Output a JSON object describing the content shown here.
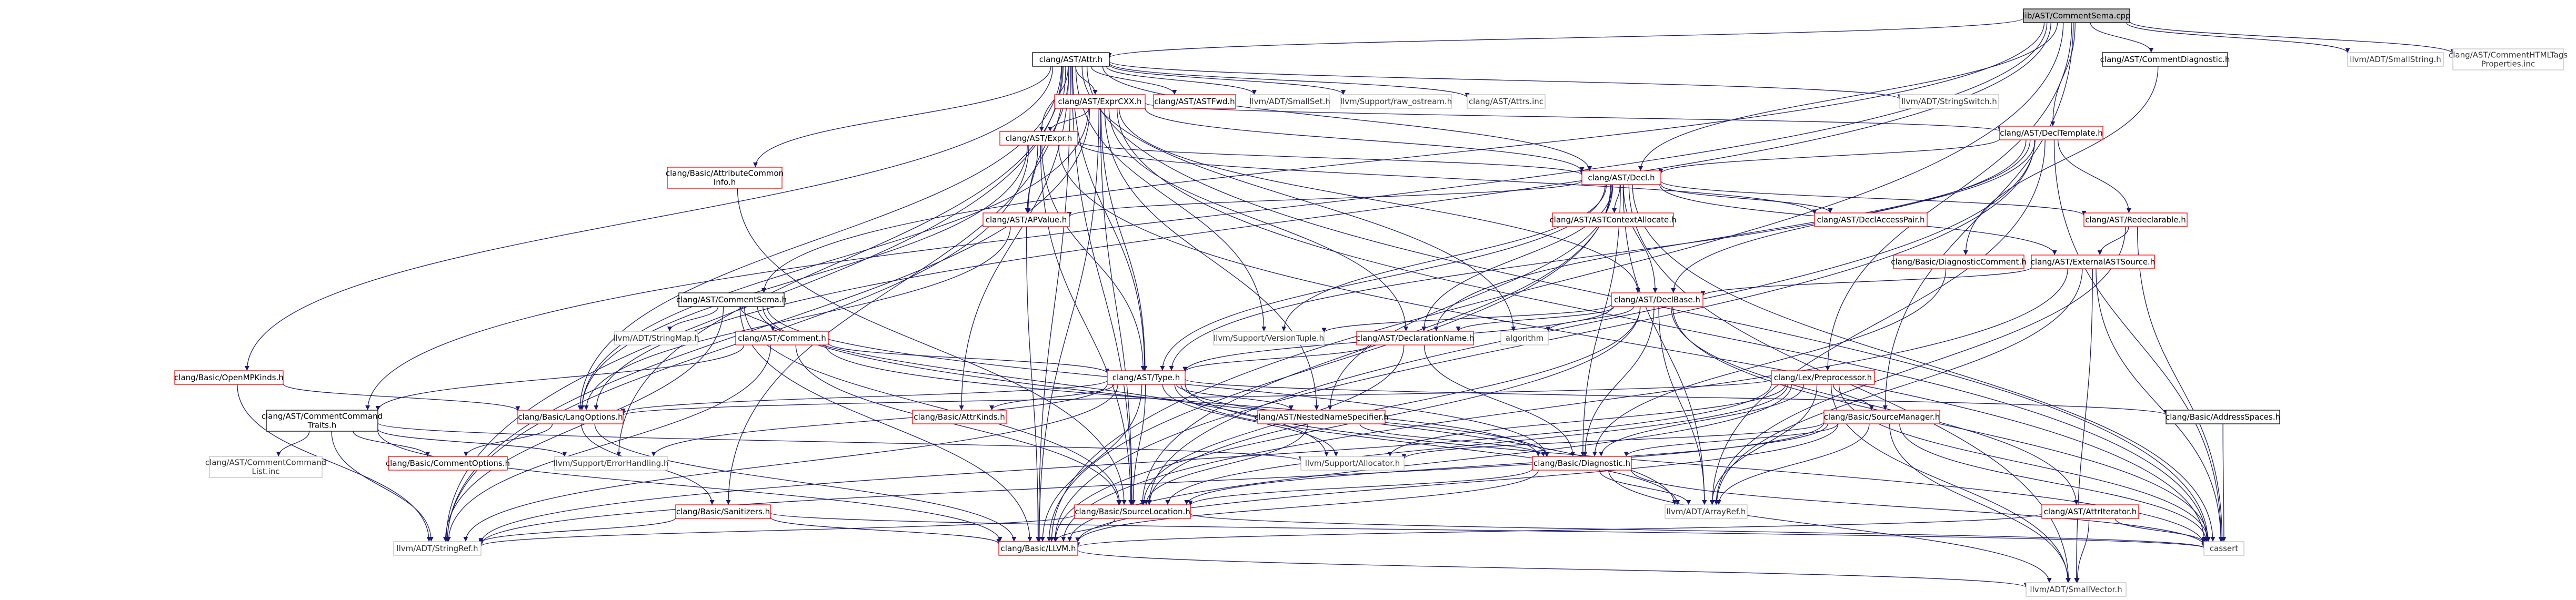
{
  "graph": {
    "colors": {
      "edge": "#191970",
      "node_border_black": "#000000",
      "node_border_red": "#ff0000",
      "node_border_gray": "#bfbfbf",
      "node_fill_default": "#ffffff",
      "node_fill_root": "#bfbfbf",
      "label_black": "#000000",
      "label_gray": "#333333"
    },
    "nodes": [
      {
        "id": "root",
        "label": "lib/AST/CommentSema.cpp",
        "style": "root"
      },
      {
        "id": "attr",
        "label": "clang/AST/Attr.h",
        "style": "black"
      },
      {
        "id": "commentdiag",
        "label": "clang/AST/CommentDiagnostic.h",
        "style": "black"
      },
      {
        "id": "smallstring",
        "label": "llvm/ADT/SmallString.h",
        "style": "gray"
      },
      {
        "id": "htmltags",
        "label": "clang/AST/CommentHTMLTags\nProperties.inc",
        "style": "gray"
      },
      {
        "id": "exprcxx",
        "label": "clang/AST/ExprCXX.h",
        "style": "red"
      },
      {
        "id": "astfwd",
        "label": "clang/AST/ASTFwd.h",
        "style": "red"
      },
      {
        "id": "smallset",
        "label": "llvm/ADT/SmallSet.h",
        "style": "gray"
      },
      {
        "id": "rawostream",
        "label": "llvm/Support/raw_ostream.h",
        "style": "gray"
      },
      {
        "id": "attrsinc",
        "label": "clang/AST/Attrs.inc",
        "style": "gray"
      },
      {
        "id": "stringswitch",
        "label": "llvm/ADT/StringSwitch.h",
        "style": "gray"
      },
      {
        "id": "exprh",
        "label": "clang/AST/Expr.h",
        "style": "red"
      },
      {
        "id": "decltemplate",
        "label": "clang/AST/DeclTemplate.h",
        "style": "red"
      },
      {
        "id": "attrcommon",
        "label": "clang/Basic/AttributeCommon\nInfo.h",
        "style": "red"
      },
      {
        "id": "decl",
        "label": "clang/AST/Decl.h",
        "style": "red"
      },
      {
        "id": "apvalue",
        "label": "clang/AST/APValue.h",
        "style": "red"
      },
      {
        "id": "astcontextalloc",
        "label": "clang/AST/ASTContextAllocate.h",
        "style": "red"
      },
      {
        "id": "declaccesspair",
        "label": "clang/AST/DeclAccessPair.h",
        "style": "red"
      },
      {
        "id": "redeclarable",
        "label": "clang/AST/Redeclarable.h",
        "style": "red"
      },
      {
        "id": "diagcomment",
        "label": "clang/Basic/DiagnosticComment.h",
        "style": "red"
      },
      {
        "id": "extastsource",
        "label": "clang/AST/ExternalASTSource.h",
        "style": "red"
      },
      {
        "id": "commentsema",
        "label": "clang/AST/CommentSema.h",
        "style": "black"
      },
      {
        "id": "declbase",
        "label": "clang/AST/DeclBase.h",
        "style": "red"
      },
      {
        "id": "stringmap",
        "label": "llvm/ADT/StringMap.h",
        "style": "gray"
      },
      {
        "id": "commenth",
        "label": "clang/AST/Comment.h",
        "style": "red"
      },
      {
        "id": "versiontuple",
        "label": "llvm/Support/VersionTuple.h",
        "style": "gray"
      },
      {
        "id": "declname",
        "label": "clang/AST/DeclarationName.h",
        "style": "red"
      },
      {
        "id": "algorithm",
        "label": "algorithm",
        "style": "gray"
      },
      {
        "id": "openmpkinds",
        "label": "clang/Basic/OpenMPKinds.h",
        "style": "red"
      },
      {
        "id": "typeh",
        "label": "clang/AST/Type.h",
        "style": "red"
      },
      {
        "id": "preprocessor",
        "label": "clang/Lex/Preprocessor.h",
        "style": "red"
      },
      {
        "id": "cmdtraits",
        "label": "clang/AST/CommentCommand\nTraits.h",
        "style": "black"
      },
      {
        "id": "langoptions",
        "label": "clang/Basic/LangOptions.h",
        "style": "red"
      },
      {
        "id": "attrkinds",
        "label": "clang/Basic/AttrKinds.h",
        "style": "red"
      },
      {
        "id": "nnspec",
        "label": "clang/AST/NestedNameSpecifier.h",
        "style": "red"
      },
      {
        "id": "sourcemanager",
        "label": "clang/Basic/SourceManager.h",
        "style": "red"
      },
      {
        "id": "addrspaces",
        "label": "clang/Basic/AddressSpaces.h",
        "style": "black"
      },
      {
        "id": "cmdlistinc",
        "label": "clang/AST/CommentCommand\nList.inc",
        "style": "gray"
      },
      {
        "id": "commentoptions",
        "label": "clang/Basic/CommentOptions.h",
        "style": "red"
      },
      {
        "id": "errorhandling",
        "label": "llvm/Support/ErrorHandling.h",
        "style": "gray"
      },
      {
        "id": "allocator",
        "label": "llvm/Support/Allocator.h",
        "style": "gray"
      },
      {
        "id": "diagnostic",
        "label": "clang/Basic/Diagnostic.h",
        "style": "red"
      },
      {
        "id": "sanitizers",
        "label": "clang/Basic/Sanitizers.h",
        "style": "red"
      },
      {
        "id": "sourcelocation",
        "label": "clang/Basic/SourceLocation.h",
        "style": "red"
      },
      {
        "id": "arrayref",
        "label": "llvm/ADT/ArrayRef.h",
        "style": "gray"
      },
      {
        "id": "attriterator",
        "label": "clang/AST/AttrIterator.h",
        "style": "red"
      },
      {
        "id": "stringref",
        "label": "llvm/ADT/StringRef.h",
        "style": "gray"
      },
      {
        "id": "llvmh",
        "label": "clang/Basic/LLVM.h",
        "style": "red"
      },
      {
        "id": "cassert",
        "label": "cassert",
        "style": "gray"
      },
      {
        "id": "smallvector",
        "label": "llvm/ADT/SmallVector.h",
        "style": "gray"
      }
    ],
    "edges": [
      [
        "root",
        "attr"
      ],
      [
        "root",
        "commentdiag"
      ],
      [
        "root",
        "smallstring"
      ],
      [
        "root",
        "htmltags"
      ],
      [
        "root",
        "commentsema"
      ],
      [
        "root",
        "decl"
      ],
      [
        "root",
        "decltemplate"
      ],
      [
        "root",
        "preprocessor"
      ],
      [
        "root",
        "sourcemanager"
      ],
      [
        "root",
        "cmdtraits"
      ],
      [
        "root",
        "langoptions"
      ],
      [
        "root",
        "llvmh"
      ],
      [
        "attr",
        "exprcxx"
      ],
      [
        "attr",
        "astfwd"
      ],
      [
        "attr",
        "smallset"
      ],
      [
        "attr",
        "rawostream"
      ],
      [
        "attr",
        "attrsinc"
      ],
      [
        "attr",
        "stringswitch"
      ],
      [
        "attr",
        "exprh"
      ],
      [
        "attr",
        "decl"
      ],
      [
        "attr",
        "attrcommon"
      ],
      [
        "attr",
        "apvalue"
      ],
      [
        "attr",
        "typeh"
      ],
      [
        "attr",
        "openmpkinds"
      ],
      [
        "attr",
        "attrkinds"
      ],
      [
        "attr",
        "langoptions"
      ],
      [
        "attr",
        "sanitizers"
      ],
      [
        "attr",
        "sourcelocation"
      ],
      [
        "attr",
        "llvmh"
      ],
      [
        "attr",
        "errorhandling"
      ],
      [
        "attr",
        "versiontuple"
      ],
      [
        "attr",
        "algorithm"
      ],
      [
        "attr",
        "stringref"
      ],
      [
        "attr",
        "cassert"
      ],
      [
        "commentdiag",
        "diagcomment"
      ],
      [
        "exprcxx",
        "exprh"
      ],
      [
        "exprcxx",
        "decl"
      ],
      [
        "exprcxx",
        "decltemplate"
      ],
      [
        "exprcxx",
        "declbase"
      ],
      [
        "exprcxx",
        "declname"
      ],
      [
        "exprcxx",
        "nnspec"
      ],
      [
        "exprcxx",
        "typeh"
      ],
      [
        "exprcxx",
        "sourcelocation"
      ],
      [
        "exprcxx",
        "stringref"
      ],
      [
        "exprcxx",
        "llvmh"
      ],
      [
        "exprcxx",
        "cassert"
      ],
      [
        "exprcxx",
        "langoptions"
      ],
      [
        "exprh",
        "apvalue"
      ],
      [
        "exprh",
        "decl"
      ],
      [
        "exprh",
        "typeh"
      ],
      [
        "exprh",
        "declaccesspair"
      ],
      [
        "exprh",
        "sourcelocation"
      ],
      [
        "exprh",
        "langoptions"
      ],
      [
        "exprh",
        "cassert"
      ],
      [
        "exprh",
        "stringref"
      ],
      [
        "decltemplate",
        "decl"
      ],
      [
        "decltemplate",
        "redeclarable"
      ],
      [
        "decltemplate",
        "declbase"
      ],
      [
        "decltemplate",
        "declname"
      ],
      [
        "decltemplate",
        "typeh"
      ],
      [
        "decltemplate",
        "sourcelocation"
      ],
      [
        "decltemplate",
        "llvmh"
      ],
      [
        "decltemplate",
        "arrayref"
      ],
      [
        "decltemplate",
        "cassert"
      ],
      [
        "attrcommon",
        "sourcelocation"
      ],
      [
        "decl",
        "apvalue"
      ],
      [
        "decl",
        "astcontextalloc"
      ],
      [
        "decl",
        "declaccesspair"
      ],
      [
        "decl",
        "redeclarable"
      ],
      [
        "decl",
        "extastsource"
      ],
      [
        "decl",
        "declbase"
      ],
      [
        "decl",
        "declname"
      ],
      [
        "decl",
        "typeh"
      ],
      [
        "decl",
        "nnspec"
      ],
      [
        "decl",
        "diagnostic"
      ],
      [
        "decl",
        "sourcelocation"
      ],
      [
        "decl",
        "llvmh"
      ],
      [
        "decl",
        "arrayref"
      ],
      [
        "decl",
        "cassert"
      ],
      [
        "decl",
        "versiontuple"
      ],
      [
        "decl",
        "smallvector"
      ],
      [
        "apvalue",
        "llvmh"
      ],
      [
        "apvalue",
        "langoptions"
      ],
      [
        "redeclarable",
        "extastsource"
      ],
      [
        "redeclarable",
        "cassert"
      ],
      [
        "redeclarable",
        "arrayref"
      ],
      [
        "diagcomment",
        "diagnostic"
      ],
      [
        "extastsource",
        "declbase"
      ],
      [
        "extastsource",
        "llvmh"
      ],
      [
        "extastsource",
        "cassert"
      ],
      [
        "extastsource",
        "smallvector"
      ],
      [
        "extastsource",
        "arrayref"
      ],
      [
        "commentsema",
        "commenth"
      ],
      [
        "commentsema",
        "stringmap"
      ],
      [
        "commentsema",
        "diagnostic"
      ],
      [
        "commentsema",
        "sourcelocation"
      ],
      [
        "commentsema",
        "allocator"
      ],
      [
        "commentsema",
        "arrayref"
      ],
      [
        "commentsema",
        "stringref"
      ],
      [
        "commentsema",
        "llvmh"
      ],
      [
        "declbase",
        "declname"
      ],
      [
        "declbase",
        "attriterator"
      ],
      [
        "declbase",
        "diagnostic"
      ],
      [
        "declbase",
        "sourcelocation"
      ],
      [
        "declbase",
        "llvmh"
      ],
      [
        "declbase",
        "algorithm"
      ],
      [
        "declbase",
        "versiontuple"
      ],
      [
        "declbase",
        "arrayref"
      ],
      [
        "declbase",
        "cassert"
      ],
      [
        "declbase",
        "typeh"
      ],
      [
        "commenth",
        "cmdtraits"
      ],
      [
        "commenth",
        "diagnostic"
      ],
      [
        "commenth",
        "sourcelocation"
      ],
      [
        "commenth",
        "stringref"
      ],
      [
        "commenth",
        "typeh"
      ],
      [
        "declname",
        "typeh"
      ],
      [
        "declname",
        "diagnostic"
      ],
      [
        "declname",
        "sourcelocation"
      ],
      [
        "openmpkinds",
        "langoptions"
      ],
      [
        "openmpkinds",
        "stringref"
      ],
      [
        "typeh",
        "attrkinds"
      ],
      [
        "typeh",
        "nnspec"
      ],
      [
        "typeh",
        "addrspaces"
      ],
      [
        "typeh",
        "diagnostic"
      ],
      [
        "typeh",
        "sourcelocation"
      ],
      [
        "typeh",
        "llvmh"
      ],
      [
        "typeh",
        "langoptions"
      ],
      [
        "typeh",
        "arrayref"
      ],
      [
        "typeh",
        "cassert"
      ],
      [
        "typeh",
        "allocator"
      ],
      [
        "typeh",
        "errorhandling"
      ],
      [
        "typeh",
        "stringref"
      ],
      [
        "preprocessor",
        "sourcemanager"
      ],
      [
        "preprocessor",
        "diagnostic"
      ],
      [
        "preprocessor",
        "langoptions"
      ],
      [
        "preprocessor",
        "sourcelocation"
      ],
      [
        "preprocessor",
        "allocator"
      ],
      [
        "preprocessor",
        "arrayref"
      ],
      [
        "preprocessor",
        "llvmh"
      ],
      [
        "preprocessor",
        "cassert"
      ],
      [
        "preprocessor",
        "stringref"
      ],
      [
        "preprocessor",
        "smallvector"
      ],
      [
        "cmdtraits",
        "cmdlistinc"
      ],
      [
        "cmdtraits",
        "commentoptions"
      ],
      [
        "cmdtraits",
        "errorhandling"
      ],
      [
        "cmdtraits",
        "allocator"
      ],
      [
        "cmdtraits",
        "stringref"
      ],
      [
        "cmdtraits",
        "llvmh"
      ],
      [
        "langoptions",
        "commentoptions"
      ],
      [
        "langoptions",
        "sanitizers"
      ],
      [
        "langoptions",
        "llvmh"
      ],
      [
        "nnspec",
        "diagnostic"
      ],
      [
        "nnspec",
        "sourcelocation"
      ],
      [
        "sourcemanager",
        "diagnostic"
      ],
      [
        "sourcemanager",
        "sourcelocation"
      ],
      [
        "sourcemanager",
        "llvmh"
      ],
      [
        "sourcemanager",
        "arrayref"
      ],
      [
        "sourcemanager",
        "cassert"
      ],
      [
        "sourcemanager",
        "stringref"
      ],
      [
        "sourcemanager",
        "smallvector"
      ],
      [
        "sourcemanager",
        "allocator"
      ],
      [
        "addrspaces",
        "cassert"
      ],
      [
        "diagnostic",
        "sourcelocation"
      ],
      [
        "diagnostic",
        "llvmh"
      ],
      [
        "diagnostic",
        "arrayref"
      ],
      [
        "diagnostic",
        "cassert"
      ],
      [
        "diagnostic",
        "smallvector"
      ],
      [
        "sanitizers",
        "llvmh"
      ],
      [
        "sanitizers",
        "stringref"
      ],
      [
        "sanitizers",
        "cassert"
      ],
      [
        "sourcelocation",
        "llvmh"
      ],
      [
        "sourcelocation",
        "stringref"
      ],
      [
        "sourcelocation",
        "cassert"
      ],
      [
        "attriterator",
        "llvmh"
      ],
      [
        "attriterator",
        "cassert"
      ],
      [
        "attriterator",
        "smallvector"
      ],
      [
        "llvmh",
        "smallvector"
      ]
    ]
  }
}
